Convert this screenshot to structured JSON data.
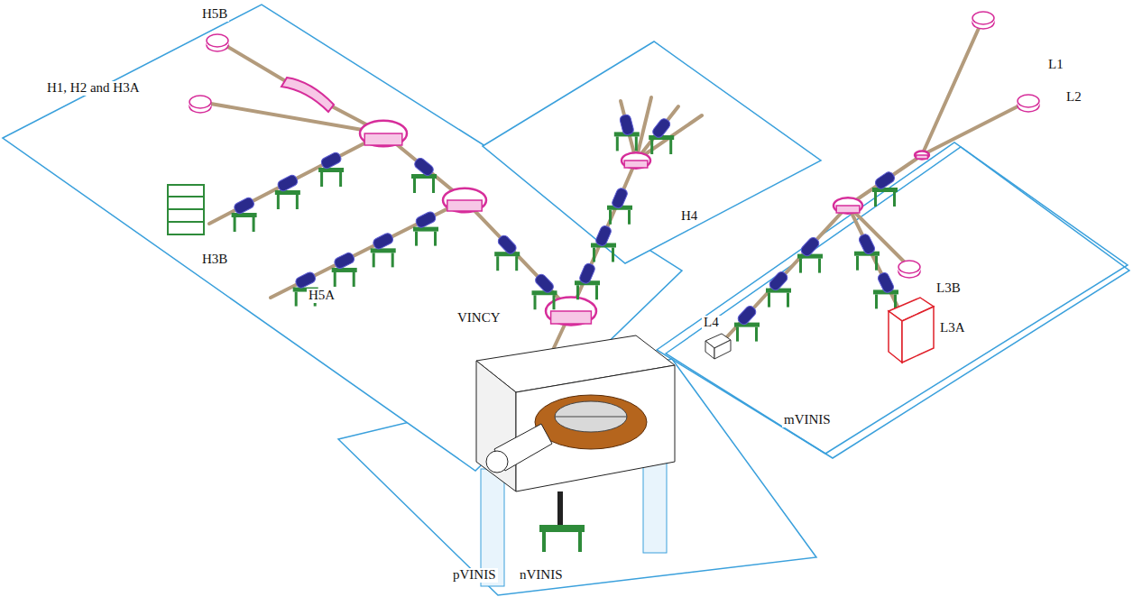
{
  "diagram": {
    "labels": [
      "H5B",
      "H1, H2 and H3A",
      "H4",
      "L1",
      "L2",
      "H3B",
      "L3B",
      "L3A",
      "H5A",
      "VINCY",
      "L4",
      "mVINIS",
      "pVINIS",
      "nVINIS"
    ]
  }
}
